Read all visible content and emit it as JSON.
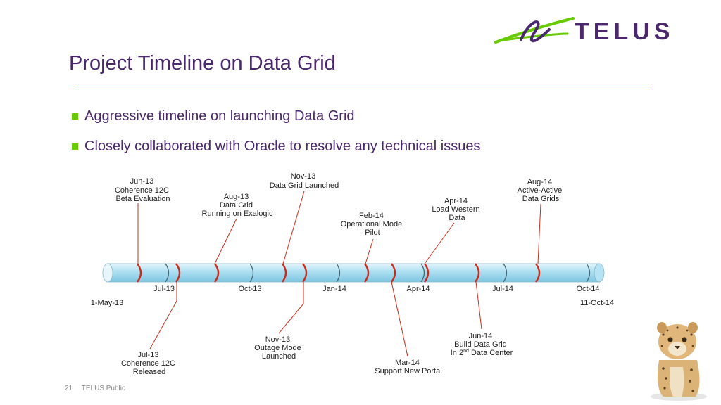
{
  "logo": {
    "wordmark": "TELUS"
  },
  "title": "Project Timeline on Data Grid",
  "bullets": [
    "Aggressive timeline on launching Data Grid",
    "Closely collaborated with Oracle to resolve any technical issues"
  ],
  "timeline": {
    "start_label": "1-May-13",
    "end_label": "11-Oct-14",
    "axis_ticks": [
      "Jul-13",
      "Oct-13",
      "Jan-14",
      "Apr-14",
      "Jul-14",
      "Oct-14"
    ],
    "milestones_above": [
      {
        "lines": [
          "Jun-13",
          "Coherence 12C",
          "Beta Evaluation"
        ]
      },
      {
        "lines": [
          "Aug-13",
          "Data Grid",
          "Running on Exalogic"
        ]
      },
      {
        "lines": [
          "Nov-13",
          "Data Grid Launched"
        ]
      },
      {
        "lines": [
          "Feb-14",
          "Operational Mode",
          "Pilot"
        ]
      },
      {
        "lines": [
          "Apr-14",
          "Load Western",
          "Data"
        ]
      },
      {
        "lines": [
          "Aug-14",
          "Active-Active",
          "Data Grids"
        ]
      }
    ],
    "milestones_below": [
      {
        "lines": [
          "Jul-13",
          "Coherence 12C",
          "Released"
        ]
      },
      {
        "lines": [
          "Nov-13",
          "Outage Mode",
          "Launched"
        ]
      },
      {
        "lines": [
          "Mar-14",
          "Support New Portal"
        ]
      },
      {
        "lines": [
          "Jun-14",
          "Build Data Grid"
        ],
        "last_line": {
          "prefix": "In 2",
          "sup": "nd",
          "suffix": " Data Center"
        }
      }
    ]
  },
  "footer": {
    "page_number": "21",
    "classification": "TELUS Public"
  },
  "colors": {
    "purple": "#4b286d",
    "green": "#66cc00",
    "pipe": "#aee0f3",
    "marker": "#cc2b1a"
  }
}
